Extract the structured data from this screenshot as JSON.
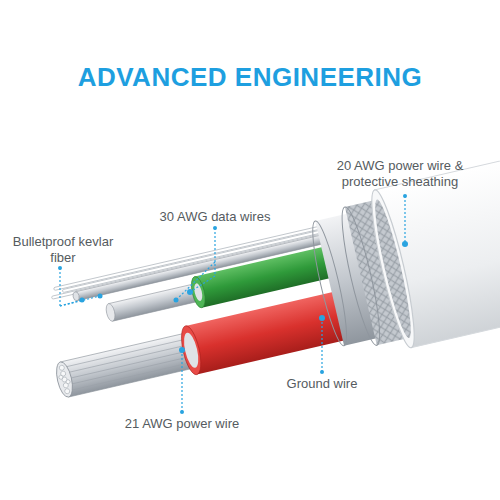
{
  "diagram": {
    "title": "ADVANCED ENGINEERING",
    "labels": [
      "20 AWG power wire & protective sheathing",
      "30 AWG data wires",
      "Bulletproof kevlar fiber",
      "Ground wire",
      "21 AWG power wire"
    ]
  }
}
